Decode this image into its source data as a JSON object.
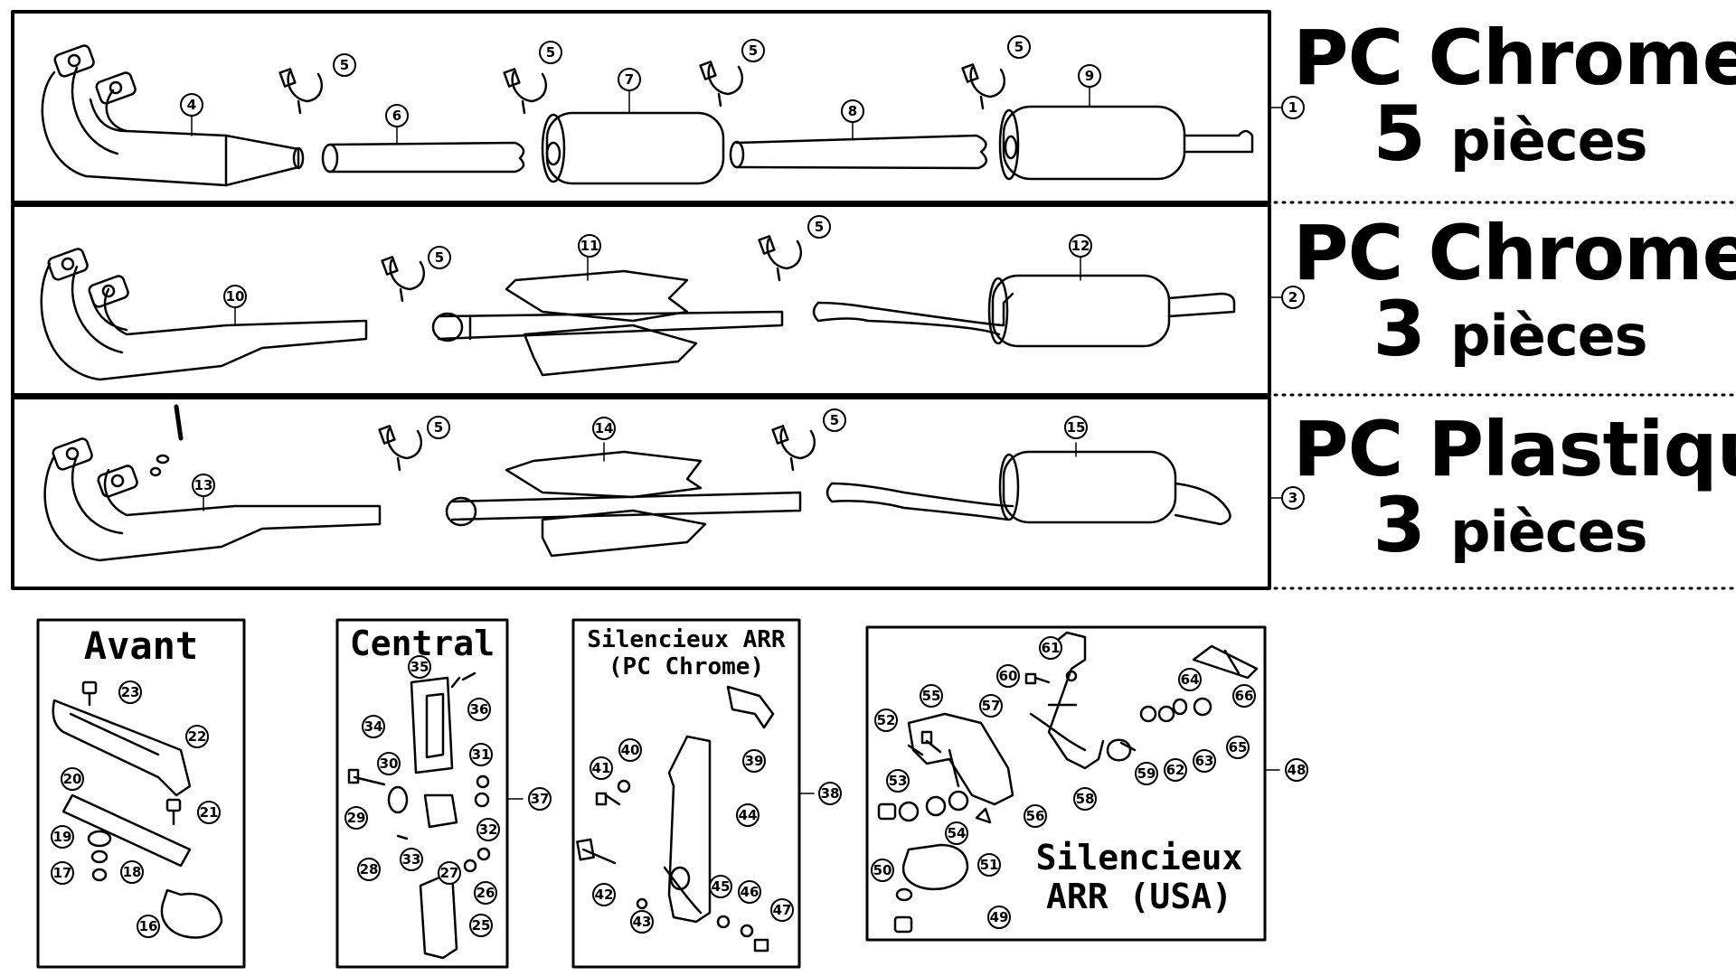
{
  "kits": [
    {
      "ref": "1",
      "line1_a": "PC",
      "line1_b": "Chrome",
      "line2_a": "5",
      "line2_b": "pièces",
      "parts": [
        "4",
        "5",
        "6",
        "5",
        "7",
        "5",
        "8",
        "5",
        "9"
      ]
    },
    {
      "ref": "2",
      "line1_a": "PC",
      "line1_b": "Chrome",
      "line2_a": "3",
      "line2_b": "pièces",
      "parts": [
        "10",
        "5",
        "11",
        "5",
        "12"
      ]
    },
    {
      "ref": "3",
      "line1_a": "PC",
      "line1_b": "Plastique",
      "line2_a": "3",
      "line2_b": "pièces",
      "parts": [
        "13",
        "5",
        "14",
        "5",
        "15"
      ]
    }
  ],
  "boxes": {
    "avant": {
      "title": "Avant",
      "ref": "",
      "parts": [
        "23",
        "22",
        "20",
        "21",
        "19",
        "18",
        "17",
        "16"
      ]
    },
    "central": {
      "title": "Central",
      "ref": "37",
      "parts": [
        "35",
        "36",
        "34",
        "31",
        "30",
        "29",
        "32",
        "28",
        "33",
        "27",
        "26",
        "25"
      ]
    },
    "silencieux_chrome": {
      "title_line1": "Silencieux ARR",
      "title_line2": "(PC Chrome)",
      "ref": "38",
      "parts": [
        "40",
        "41",
        "39",
        "44",
        "42",
        "45",
        "46",
        "43",
        "47"
      ]
    },
    "silencieux_usa": {
      "title_line1": "Silencieux",
      "title_line2": "ARR (USA)",
      "ref": "48",
      "parts": [
        "61",
        "60",
        "55",
        "57",
        "52",
        "64",
        "66",
        "53",
        "58",
        "59",
        "62",
        "63",
        "65",
        "56",
        "54",
        "50",
        "51",
        "49"
      ]
    }
  },
  "palette": {
    "ink": "#000000",
    "paper": "#ffffff",
    "watermark": "#e6e6e6"
  }
}
